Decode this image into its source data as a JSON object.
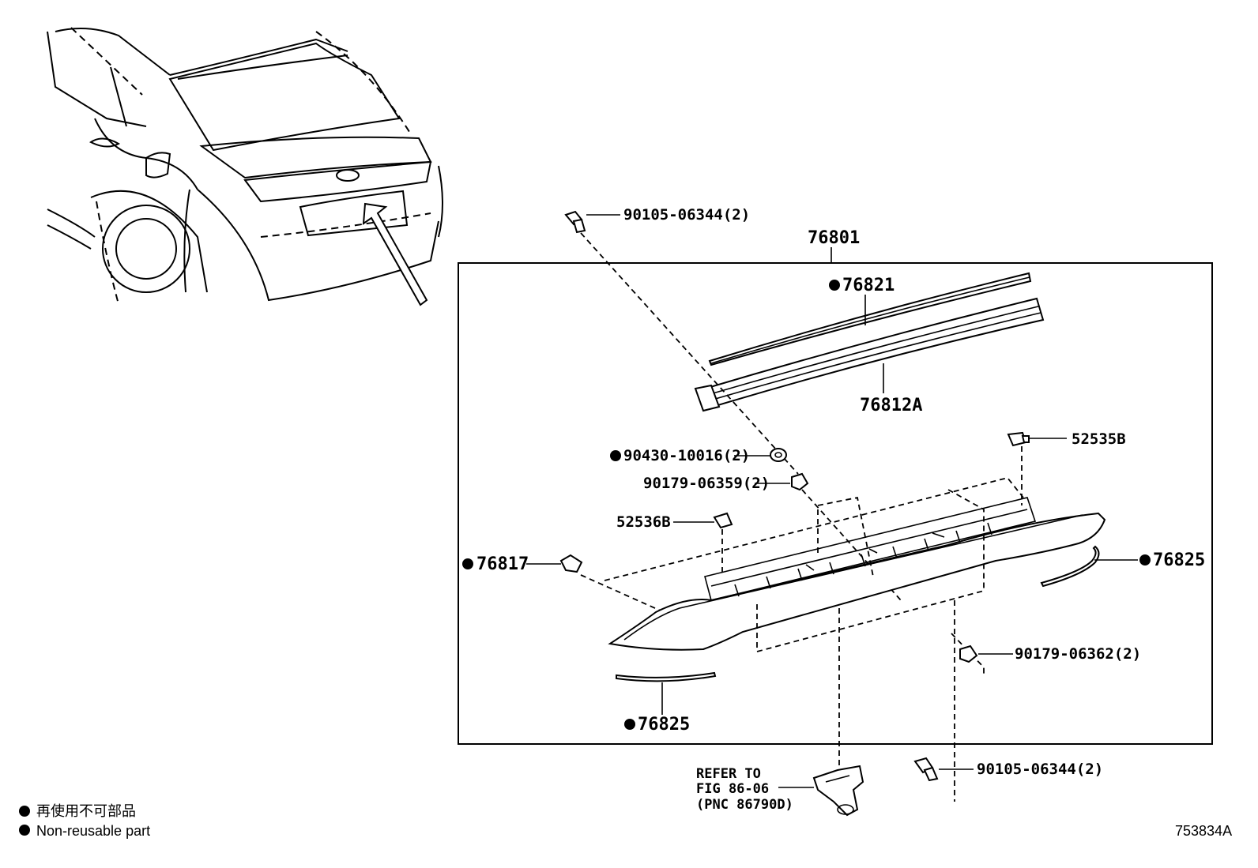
{
  "labels": {
    "assembly": "76801",
    "garnish_molding": "76821",
    "molding_sub": "76812A",
    "bolt_top": "90105-06344(2)",
    "bolt_bottom": "90105-06344(2)",
    "washer": "90430-10016(2)",
    "nut_a": "90179-06359(2)",
    "nut_b": "90179-06362(2)",
    "clip_right": "52535B",
    "clip_left": "52536B",
    "retainer": "76817",
    "seal_right": "76825",
    "seal_left": "76825",
    "refer_line1": "REFER TO",
    "refer_line2": "FIG 86-06",
    "refer_line3": "(PNC 86790D)"
  },
  "legend": {
    "japanese": "再使用不可部品",
    "english": "Non-reusable part"
  },
  "figure_id": "753834A"
}
